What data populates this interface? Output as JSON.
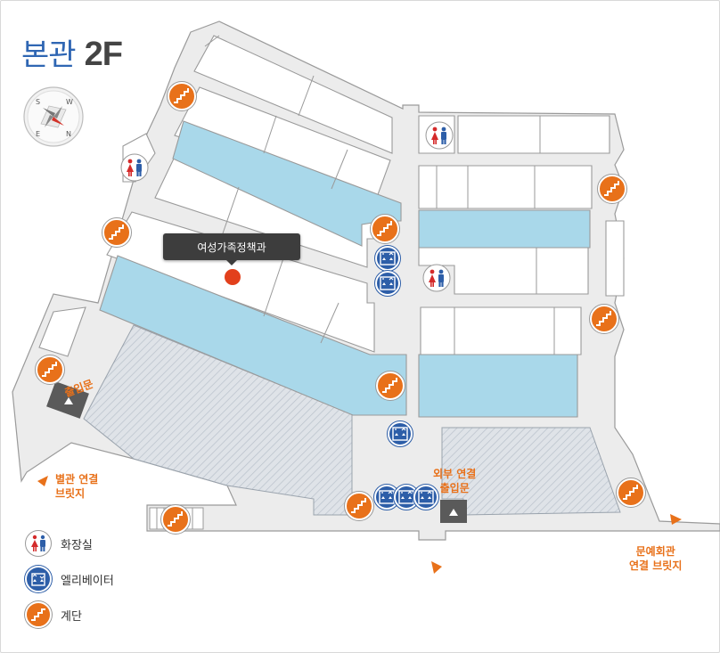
{
  "title": {
    "building": "본관",
    "floor": "2F"
  },
  "tooltip": {
    "room": "여성가족정책과"
  },
  "labels": {
    "entrance": "출입문",
    "annex_bridge_line1": "별관 연결",
    "annex_bridge_line2": "브릿지",
    "outer_entrance_line1": "외부 연결",
    "outer_entrance_line2": "출입문",
    "culture_bridge_line1": "문예회관",
    "culture_bridge_line2": "연결 브릿지"
  },
  "compass": {
    "letters": [
      "S",
      "W",
      "E",
      "N"
    ]
  },
  "legend": [
    {
      "icon": "restroom-icon",
      "label": "화장실"
    },
    {
      "icon": "elevator-icon",
      "label": "엘리베이터"
    },
    {
      "icon": "stairs-icon",
      "label": "계단"
    }
  ],
  "colors": {
    "title_blue": "#2f66b3",
    "accent_orange": "#e8711a",
    "elevator_blue": "#2d5ea8",
    "office_blue": "#a9d8ea",
    "floor_gray": "#ececec",
    "marker_red": "#e2401c"
  }
}
